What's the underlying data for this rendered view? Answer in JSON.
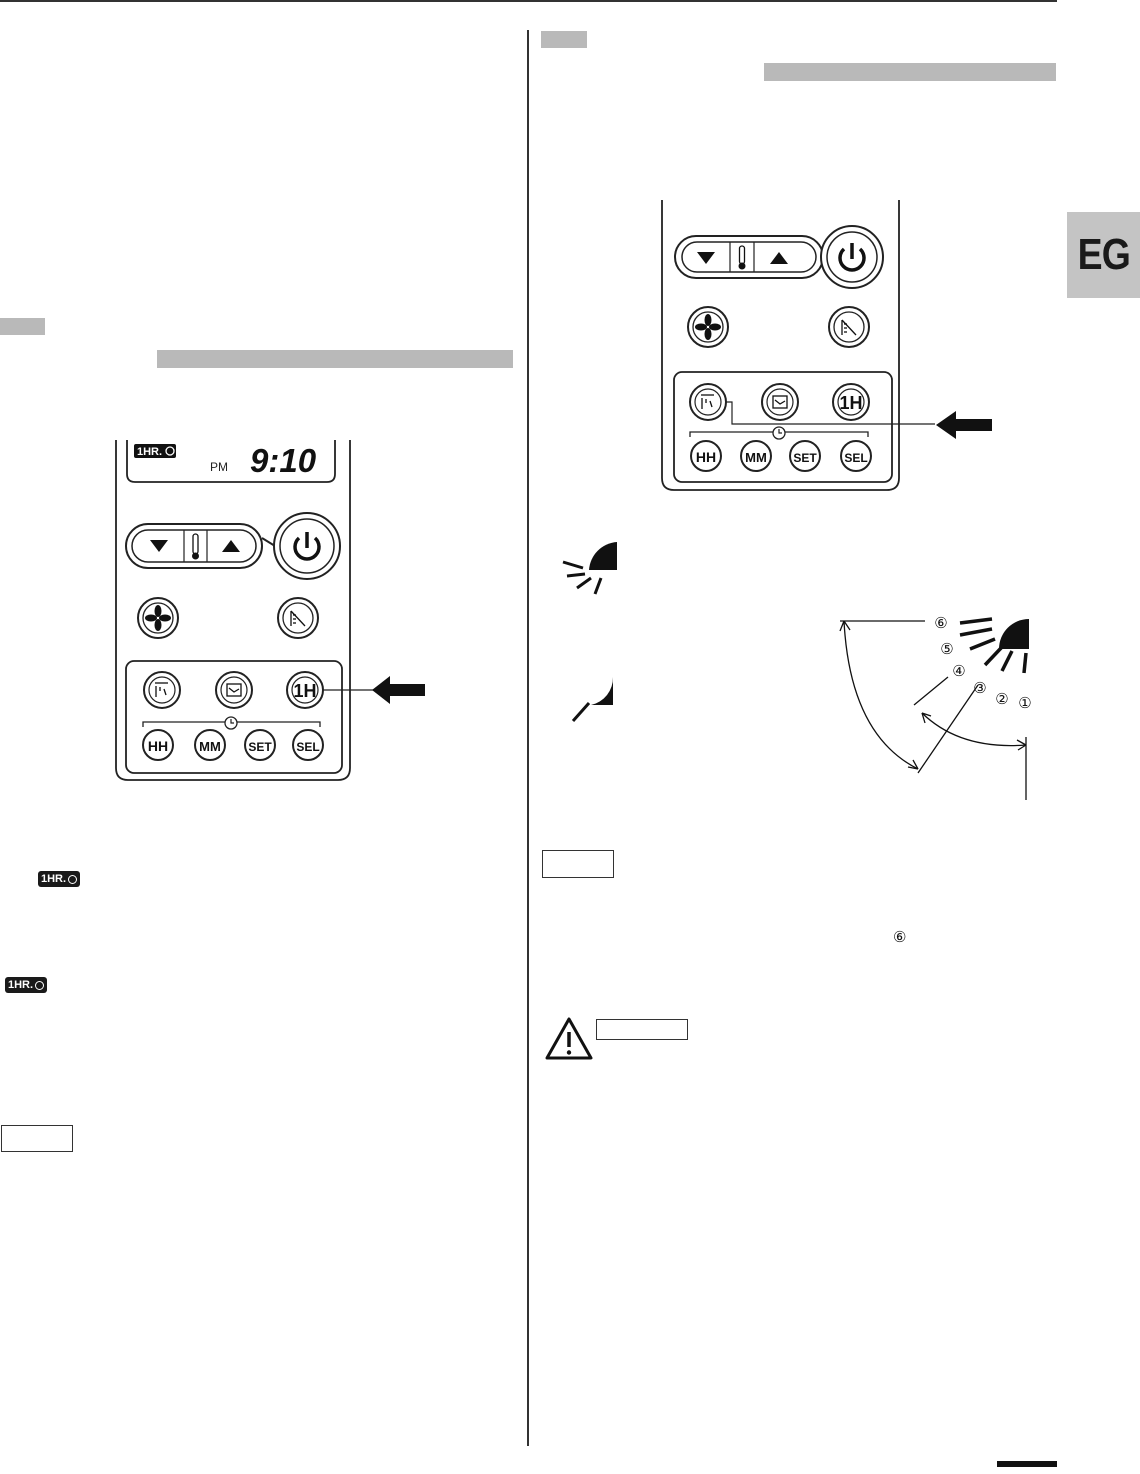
{
  "page": {
    "language_tab": "EG"
  },
  "left_remote": {
    "display": {
      "timer_badge": "1HR.",
      "ampm": "PM",
      "time": "9:10"
    },
    "buttons": {
      "one_hour": "1H",
      "hh": "HH",
      "mm": "MM",
      "set": "SET",
      "sel": "SEL"
    }
  },
  "left_badges": {
    "badge_1": "1HR.",
    "badge_2": "1HR."
  },
  "right_remote": {
    "buttons": {
      "one_hour": "1H",
      "hh": "HH",
      "mm": "MM",
      "set": "SET",
      "sel": "SEL"
    }
  },
  "louver_diagram": {
    "positions": [
      "①",
      "②",
      "③",
      "④",
      "⑤",
      "⑥"
    ]
  },
  "right_note_marker": "⑥"
}
